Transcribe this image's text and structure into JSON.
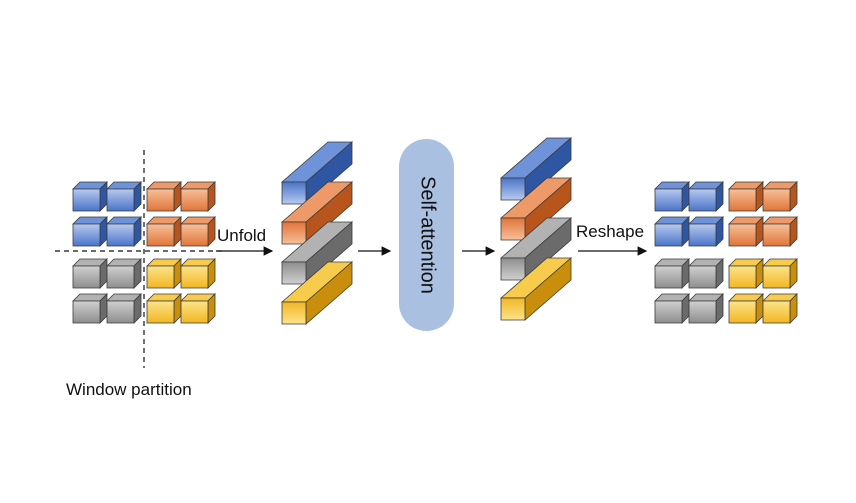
{
  "labels": {
    "unfold": "Unfold",
    "reshape": "Reshape",
    "self_attention": "Self-attention",
    "window_partition": "Window partition"
  },
  "colors": {
    "blue": {
      "front": "#4a74c8",
      "front_light": "#b7c9ef",
      "top": "#6f93d8",
      "side": "#2f56a3"
    },
    "orange": {
      "front": "#e07438",
      "front_light": "#f7c09a",
      "top": "#ee9a68",
      "side": "#b8551d"
    },
    "gray": {
      "front": "#8d8d8d",
      "front_light": "#d0d0d0",
      "top": "#b2b2b2",
      "side": "#6b6b6b"
    },
    "yellow": {
      "front": "#f2b623",
      "front_light": "#fbe48a",
      "top": "#f7cc4d",
      "side": "#c98f0c"
    },
    "pill": "#a9c0e1"
  },
  "window_grid": {
    "rows": [
      [
        "blue",
        "blue",
        "orange",
        "orange"
      ],
      [
        "blue",
        "blue",
        "orange",
        "orange"
      ],
      [
        "gray",
        "gray",
        "yellow",
        "yellow"
      ],
      [
        "gray",
        "gray",
        "yellow",
        "yellow"
      ]
    ]
  },
  "token_stack": [
    "blue",
    "orange",
    "gray",
    "yellow"
  ]
}
